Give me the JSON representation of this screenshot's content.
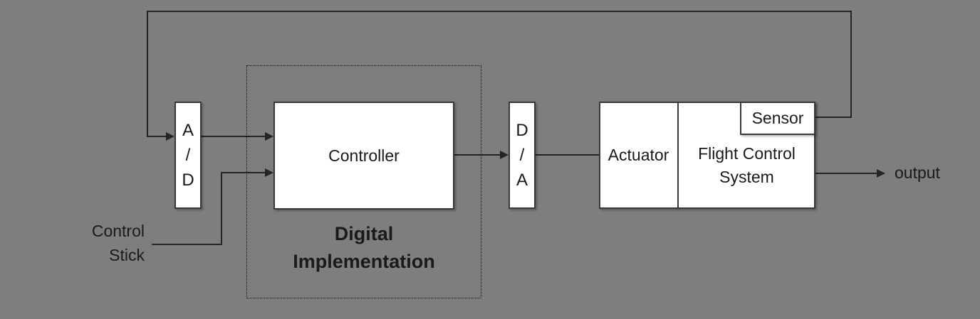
{
  "colors": {
    "bg": "#7e7e7e",
    "line": "#242424",
    "box_fill": "#ffffff",
    "box_border": "#383838",
    "text": "#1a1a1a"
  },
  "blocks": {
    "ad_converter": {
      "lines": [
        "A",
        "/",
        "D"
      ]
    },
    "controller": {
      "label": "Controller"
    },
    "da_converter": {
      "lines": [
        "D",
        "/",
        "A"
      ]
    },
    "actuator": {
      "label": "Actuator"
    },
    "flight_control_system": {
      "lines": [
        "Flight Control",
        "System"
      ]
    },
    "sensor": {
      "label": "Sensor"
    }
  },
  "annotations": {
    "digital_implementation": {
      "lines": [
        "Digital",
        "Implementation"
      ]
    },
    "control_stick": {
      "lines": [
        "Control",
        "Stick"
      ]
    },
    "output": {
      "label": "output"
    }
  }
}
